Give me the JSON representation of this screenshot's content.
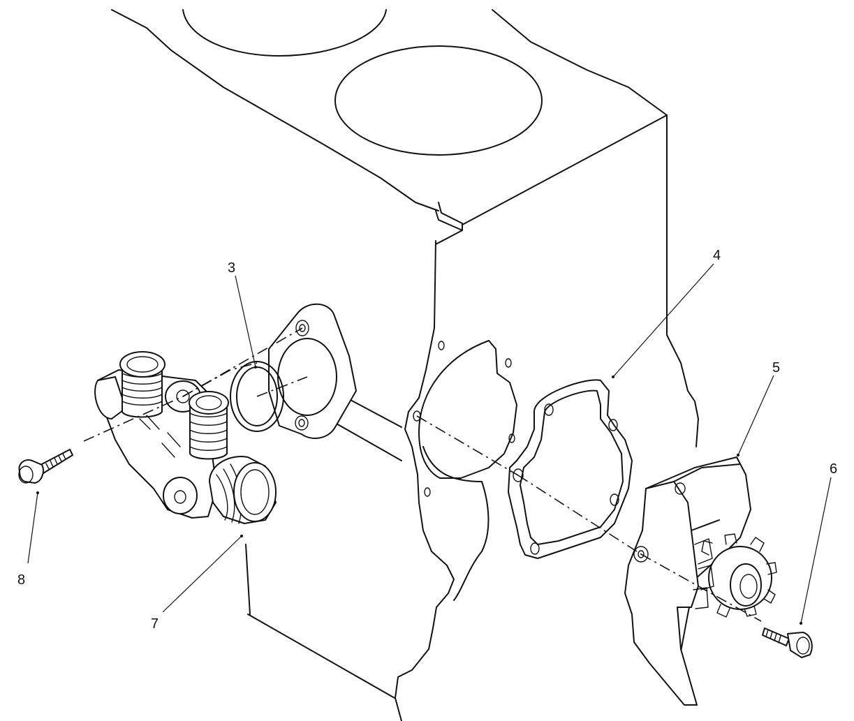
{
  "diagram": {
    "callouts": [
      {
        "id": "3",
        "text": "3",
        "part": "o-ring-seal"
      },
      {
        "id": "4",
        "text": "4",
        "part": "water-pump-gasket"
      },
      {
        "id": "5",
        "text": "5",
        "part": "water-pump-assembly"
      },
      {
        "id": "6",
        "text": "6",
        "part": "pump-mounting-bolt"
      },
      {
        "id": "7",
        "text": "7",
        "part": "coolant-outlet-housing"
      },
      {
        "id": "8",
        "text": "8",
        "part": "housing-mounting-bolt"
      }
    ]
  }
}
